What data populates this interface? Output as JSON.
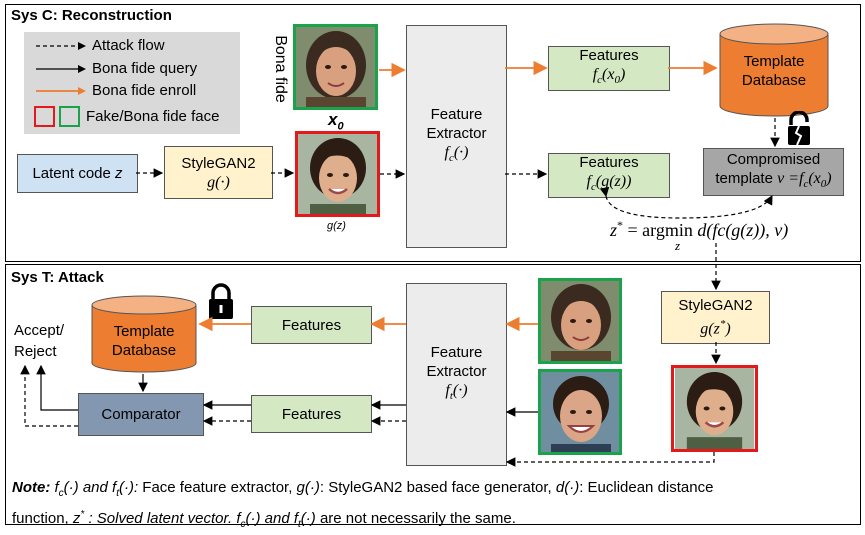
{
  "sys_c": {
    "title": "Sys C: Reconstruction",
    "legend": {
      "attack_flow": "Attack flow",
      "bona_fide_query": "Bona fide query",
      "bona_fide_enroll": "Bona fide enroll",
      "fake_bona_face": "Fake/Bona fide face"
    },
    "bona_fide_label": "Bona fide",
    "x0_label": "x",
    "x0_sub": "0",
    "gz_label": "g(z)",
    "latent_code": "Latent code",
    "latent_var": "z",
    "stylegan_title": "StyleGAN2",
    "stylegan_func": "g(·)",
    "fe_line1": "Feature",
    "fe_line2": "Extractor",
    "fe_func": "f",
    "fe_func_sub": "c",
    "fe_func_tail": "(·)",
    "features_label": "Features",
    "features_top_func": "f",
    "features_top_sub": "c",
    "features_top_arg": "(x",
    "features_top_arg_sub": "0",
    "features_top_tail": ")",
    "features_bottom_func": "f",
    "features_bottom_sub": "c",
    "features_bottom_tail": "(g(z))",
    "template_db_line1": "Template",
    "template_db_line2": "Database",
    "compromised_line1": "Compromised",
    "compromised_line2": "template",
    "compromised_eq": "v =f",
    "compromised_eq_sub": "c",
    "compromised_eq_tail": "(x",
    "compromised_eq_tail_sub": "0",
    "compromised_eq_end": ")",
    "equation_lhs": "z",
    "equation_star": "*",
    "equation_mid": " = argmin ",
    "equation_rhs": "d(fc(g(z)), v)",
    "equation_under": "z"
  },
  "sys_t": {
    "title": "Sys T: Attack",
    "accept_reject_1": "Accept/",
    "accept_reject_2": "Reject",
    "template_db_line1": "Template",
    "template_db_line2": "Database",
    "features_label": "Features",
    "comparator": "Comparator",
    "fe_line1": "Feature",
    "fe_line2": "Extractor",
    "fe_func": "f",
    "fe_func_sub": "t",
    "fe_func_tail": "(·)",
    "stylegan_title": "StyleGAN2",
    "stylegan_func": "g(z",
    "stylegan_star": "*",
    "stylegan_tail": ")"
  },
  "note": {
    "label": "Note:",
    "line1_a": " f",
    "line1_a_sub": "c",
    "line1_b": "(·) and f",
    "line1_b_sub": "t",
    "line1_c": "(·):",
    "line1_d": " Face feature extractor, ",
    "line1_e": "g(·)",
    "line1_f": ": StyleGAN2 based face generator, ",
    "line1_g": "d(·)",
    "line1_h": ": Euclidean distance",
    "line2_a": "function, ",
    "line2_b": "z",
    "line2_b_sup": "*",
    "line2_c": " : Solved latent vector. ",
    "line2_d": "f",
    "line2_d_sub": "c",
    "line2_e": "(·) and f",
    "line2_e_sub": "t",
    "line2_f": "(·)",
    "line2_g": " are not necessarily the same."
  },
  "colors": {
    "enroll_arrow": "#ed7d31",
    "fake_border": "#e31a1c",
    "bona_border": "#1aa34a",
    "feature_box": "#d5e8c4",
    "db_fill": "#ed7d31",
    "stylegan_box": "#fff2cc",
    "latent_box": "#cfe2f3",
    "comparator_box": "#8497b0"
  },
  "icons": [
    "lock-icon",
    "broken-lock-icon",
    "database-icon",
    "face-image"
  ]
}
